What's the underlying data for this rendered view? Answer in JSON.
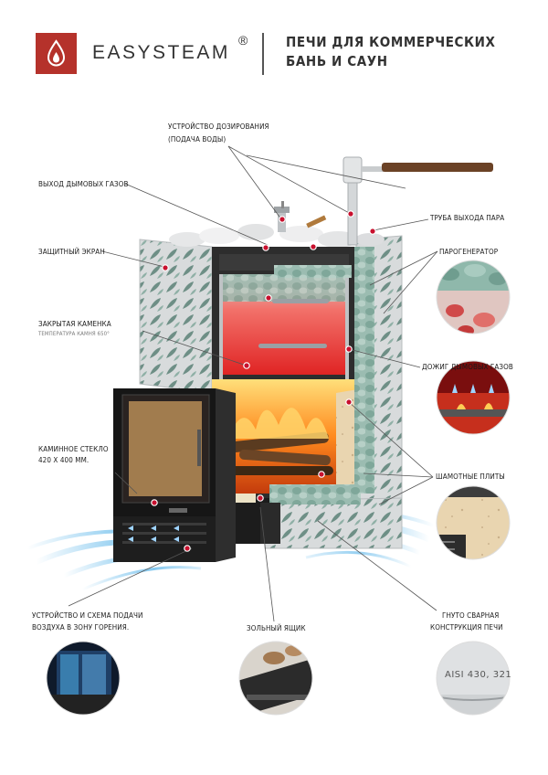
{
  "header": {
    "brand": "EASYSTEAM",
    "registered": "®",
    "title_line1": "ПЕЧИ ДЛЯ КОММЕРЧЕСКИХ",
    "title_line2": "БАНЬ И САУН"
  },
  "labels": {
    "dosing_1": "УСТРОЙСТВО ДОЗИРОВАНИЯ",
    "dosing_2": "(ПОДАЧА ВОДЫ)",
    "flue_gas_exit": "ВЫХОД ДЫМОВЫХ ГАЗОВ",
    "steam_pipe": "ТРУБА ВЫХОДА ПАРА",
    "protective_screen": "ЗАЩИТНЫЙ ЭКРАН",
    "steam_generator": "ПАРОГЕНЕРАТОР",
    "closed_heater": "ЗАКРЫТАЯ КАМЕНКА",
    "stone_temp": "ТЕМПЕРАТУРА КАМНЯ 650°",
    "afterburn": "ДОЖИГ ДЫМОВЫХ ГАЗОВ",
    "glass_1": "КАМИННОЕ СТЕКЛО",
    "glass_2": "420 Х 400 ММ.",
    "chamotte": "ШАМОТНЫЕ ПЛИТЫ",
    "air_supply_1": "УСТРОЙСТВО И СХЕМА ПОДАЧИ",
    "air_supply_2": "ВОЗДУХА В ЗОНУ ГОРЕНИЯ.",
    "ash_box": "ЗОЛЬНЫЙ ЯЩИК",
    "welded_1": "ГНУТО СВАРНАЯ",
    "welded_2": "КОНСТРУКЦИЯ ПЕЧИ",
    "steel_grade": "AISI 430, 321"
  },
  "colors": {
    "brand_red": "#b5322b",
    "pointer_red": "#c8102e",
    "air_blue": "#4fb0e8",
    "steel": "#cfd2d4",
    "stone_green": "#7fa79a"
  }
}
